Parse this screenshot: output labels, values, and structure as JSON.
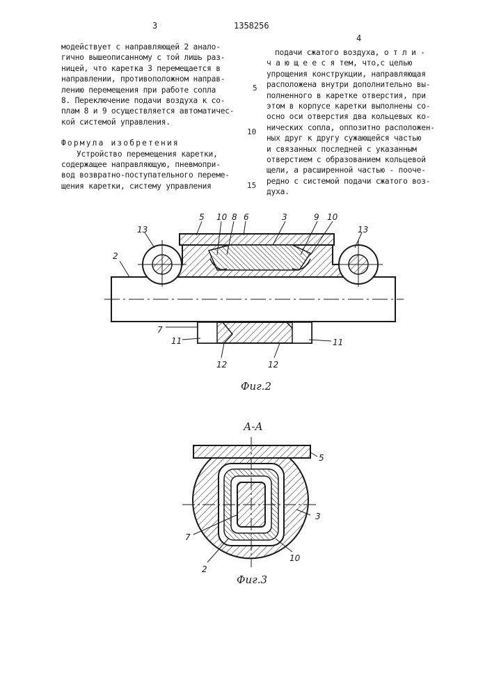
{
  "header": {
    "page_left": "3",
    "patent_number": "1358256",
    "page_right": "4"
  },
  "left_column": {
    "lines": [
      "модействует с направляющей 2 анало-",
      "гично вышеописанному с той лишь раз-",
      "ницей, что каретка 3 перемещается в",
      "направлении, противоположном направ-",
      "лению перемещения при работе сопла",
      "8. Переключение подачи воздуха к со-",
      "плам 8 и 9 осуществляется автоматичес-",
      "кой системой управления."
    ],
    "formula_heading": "Формула изобретения",
    "claim_lines": [
      "Устройство перемещения каретки,",
      "содержащее направляющую, пневмопри-",
      "вод возвратно-поступательного переме-",
      "щения каретки, систему управления"
    ]
  },
  "right_column": {
    "lines": [
      "подачи сжатого воздуха, о т л и -",
      "ч а ю щ е е с я  тем, что,с целью",
      "упрощения конструкции, направляющая",
      "расположена внутри дополнительно вы-",
      "полненного в каретке отверстия, при",
      "этом в корпусе каретки выполнены со-",
      "осно оси отверстия два кольцевых ко-",
      "нических сопла, оппозитно расположен-",
      "ных друг к другу сужающейся частью",
      "и связанных последней с указанным",
      "отверстием с образованием кольцевой",
      "щели, а расширенной частью - пооче-",
      "редно с системой подачи сжатого воз-",
      "духа."
    ]
  },
  "line_numbers": [
    "5",
    "10",
    "15"
  ],
  "figure2": {
    "caption": "Фиг.2",
    "labels": {
      "guide": "2",
      "carriage": "3",
      "cover": "5",
      "part6": "6",
      "part7": "7",
      "nozzle8": "8",
      "nozzle9": "9",
      "slot10a": "10",
      "slot10b": "10",
      "seal11a": "11",
      "seal11b": "11",
      "channel12a": "12",
      "channel12b": "12",
      "roller13a": "13",
      "roller13b": "13"
    }
  },
  "figure3": {
    "caption": "Фиг.3",
    "section": "А-А",
    "labels": {
      "cover": "5",
      "carriage": "3",
      "part7": "7",
      "guide": "2",
      "slot10": "10"
    }
  }
}
